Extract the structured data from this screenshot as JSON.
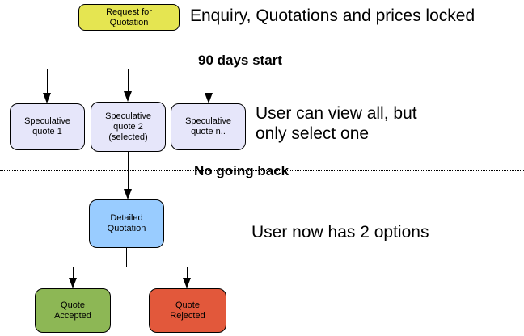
{
  "diagram": {
    "type": "flowchart",
    "background": "#ffffff",
    "line_color": "#000000"
  },
  "nodes": {
    "request_for_quotation": {
      "label": "Request for\nQuotation",
      "color": "#E5E551"
    },
    "speculative_quote_1": {
      "label": "Speculative\nquote 1",
      "color": "#E6E6FA"
    },
    "speculative_quote_2": {
      "label": "Speculative\nquote 2\n(selected)",
      "color": "#E6E6FA"
    },
    "speculative_quote_n": {
      "label": "Speculative\nquote n..",
      "color": "#E6E6FA"
    },
    "detailed_quotation": {
      "label": "Detailed\nQuotation",
      "color": "#99CCFF"
    },
    "quote_accepted": {
      "label": "Quote\nAccepted",
      "color": "#8DB755"
    },
    "quote_rejected": {
      "label": "Quote\nRejected",
      "color": "#E2583B"
    }
  },
  "annotations": {
    "enquiry": "Enquiry, Quotations and prices locked",
    "ninety_days": "90 days start",
    "view_all": "User can view all, but\nonly select one",
    "no_going_back": "No going back",
    "two_options": "User now has 2 options"
  }
}
